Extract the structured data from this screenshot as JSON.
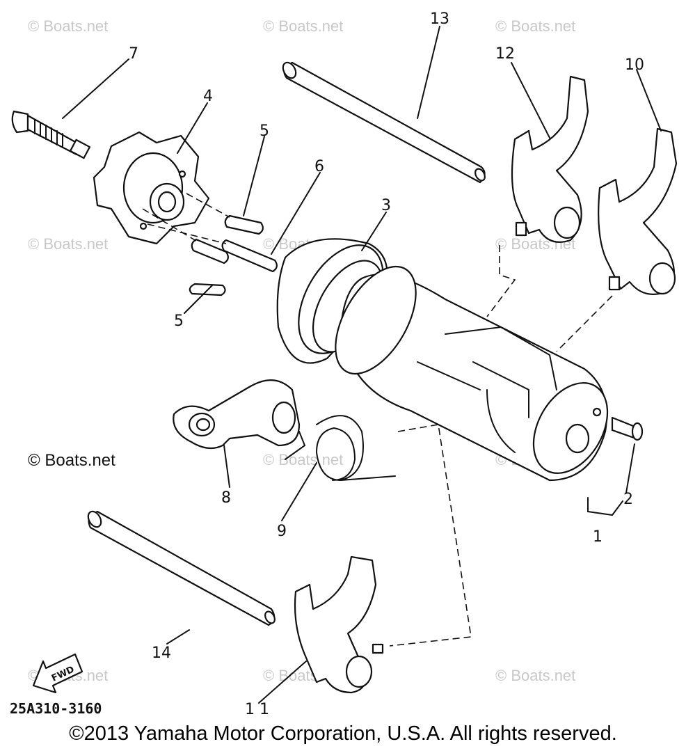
{
  "diagram": {
    "part_labels": {
      "p1": "1",
      "p2": "2",
      "p3": "3",
      "p4": "4",
      "p5a": "5",
      "p5b": "5",
      "p6": "6",
      "p7": "7",
      "p8": "8",
      "p9": "9",
      "p10": "10",
      "p11": "1 1",
      "p12": "12",
      "p13": "13",
      "p14": "14"
    },
    "watermark": "© Boats.net",
    "side_watermark": "© Boats.net",
    "drawing_code": "25A310-3160",
    "fwd_label": "FWD"
  },
  "footer": {
    "copyright": "©2013 Yamaha Motor Corporation, U.S.A. All rights reserved."
  }
}
